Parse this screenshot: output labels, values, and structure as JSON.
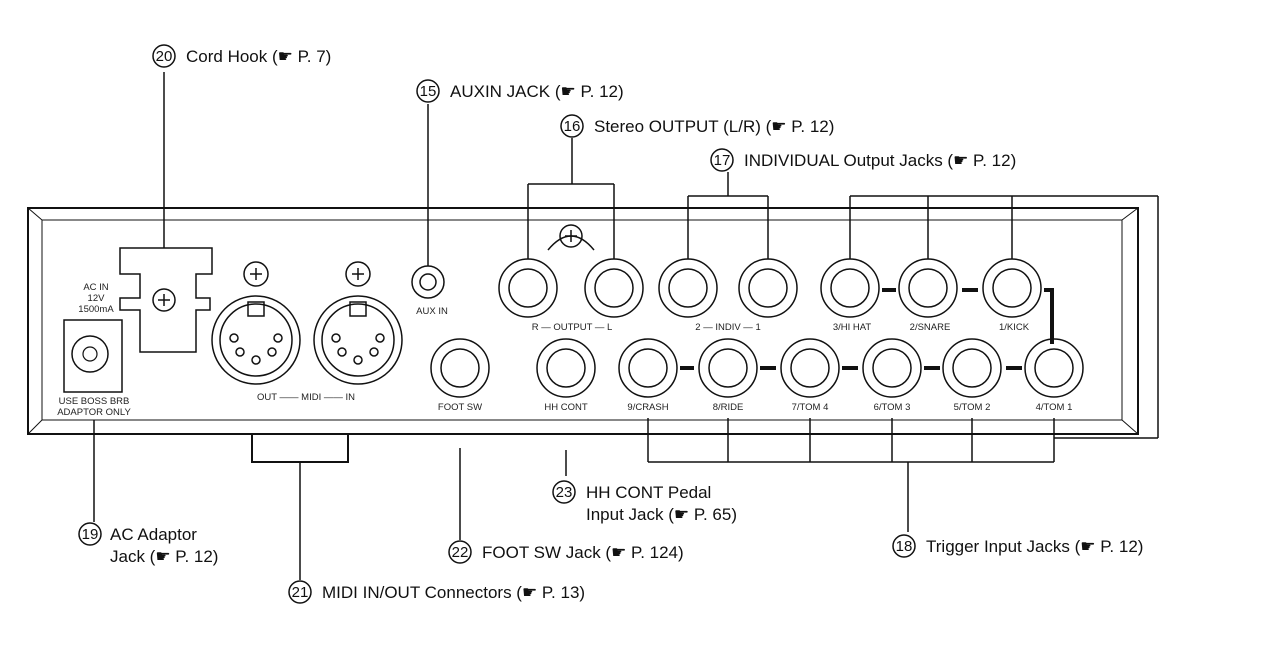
{
  "callouts": {
    "c20": {
      "num": "20",
      "text": "Cord Hook (☛ P. 7)"
    },
    "c15": {
      "num": "15",
      "text": "AUXIN JACK (☛ P. 12)"
    },
    "c16": {
      "num": "16",
      "text": "Stereo OUTPUT (L/R) (☛ P. 12)"
    },
    "c17": {
      "num": "17",
      "text": "INDIVIDUAL Output Jacks (☛ P. 12)"
    },
    "c19": {
      "num": "19",
      "line1": "AC Adaptor",
      "line2": "Jack (☛ P. 12)"
    },
    "c23": {
      "num": "23",
      "line1": "HH CONT Pedal",
      "line2": "Input Jack (☛ P. 65)"
    },
    "c22": {
      "num": "22",
      "text": "FOOT SW Jack (☛ P. 124)"
    },
    "c18": {
      "num": "18",
      "text": "Trigger Input Jacks (☛ P. 12)"
    },
    "c21": {
      "num": "21",
      "text": "MIDI IN/OUT Connectors (☛ P. 13)"
    }
  },
  "panel": {
    "ac_in": [
      "AC  IN",
      "12V",
      "1500mA"
    ],
    "use_boss": [
      "USE BOSS BRB",
      "ADAPTOR ONLY"
    ],
    "aux_in": "AUX  IN",
    "output": "R — OUTPUT — L",
    "indiv": "2 — INDIV — 1",
    "midi": "OUT —— MIDI —— IN",
    "foot_sw": "FOOT SW",
    "hh_cont": "HH CONT",
    "triggers": {
      "hihat": "3/HI HAT",
      "snare": "2/SNARE",
      "kick": "1/KICK",
      "crash": "9/CRASH",
      "ride": "8/RIDE",
      "tom4": "7/TOM 4",
      "tom3": "6/TOM 3",
      "tom2": "5/TOM 2",
      "tom1": "4/TOM 1"
    }
  }
}
